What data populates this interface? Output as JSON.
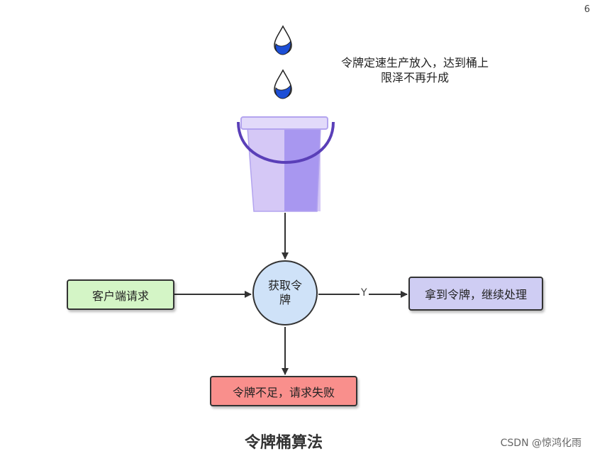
{
  "note": {
    "line1": "令牌定速生产放入，达到桶上",
    "line2": "限泽不再升成"
  },
  "nodes": {
    "client_request": "客户端请求",
    "get_token": "获取令牌",
    "continue": "拿到令牌，继续处理",
    "fail": "令牌不足，请求失败"
  },
  "edge_yes_label": "Y",
  "caption": "令牌桶算法",
  "watermark": "CSDN @惊鸿化雨",
  "corner_text": "6",
  "colors": {
    "drop": "#1d4fd6",
    "bucket_light": "#d5c8f6",
    "bucket_dark": "#a897f0",
    "client": "#d4f5c6",
    "decision": "#cfe2f8",
    "continue": "#cfcdf3",
    "fail": "#f98f8c"
  },
  "icons": [
    "water-drop-icon",
    "bucket-icon"
  ]
}
